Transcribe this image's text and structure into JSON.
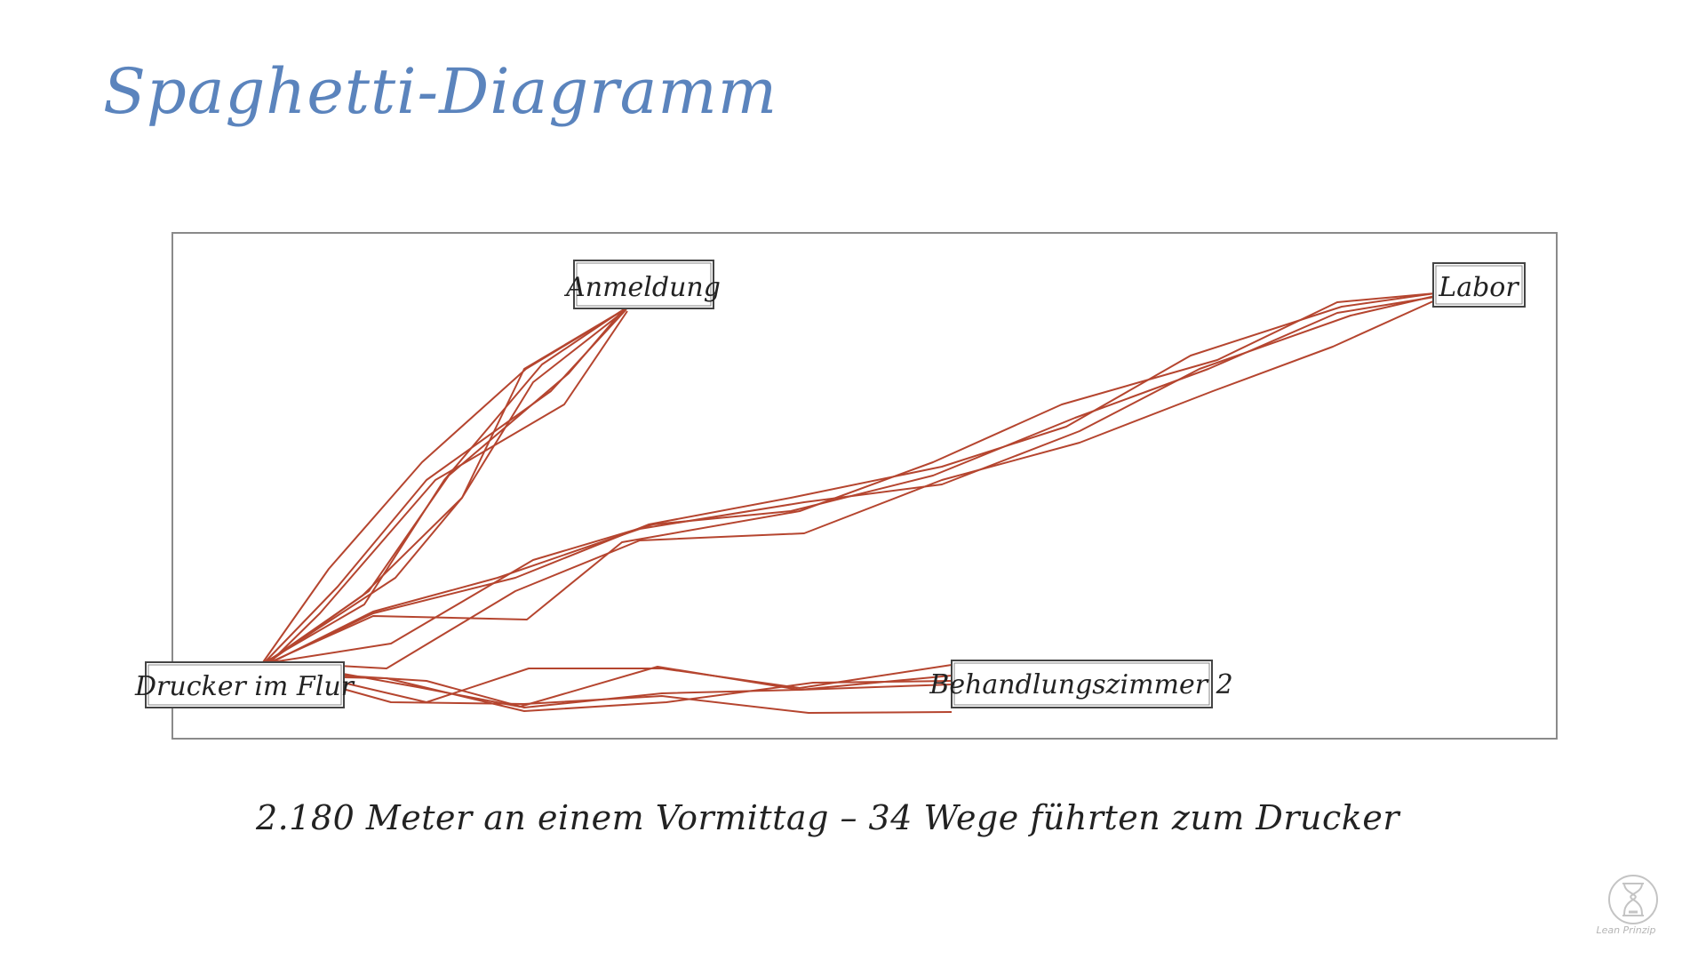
{
  "title": "Spaghetti-Diagramm",
  "locations": {
    "anmeldung": "Anmeldung",
    "labor": "Labor",
    "drucker": "Drucker im Flur",
    "behandlung": "Behandlungszimmer 2"
  },
  "caption": "2.180 Meter an einem Vormittag – 34 Wege führten zum Drucker",
  "logo": {
    "icon": "hourglass-icon",
    "text": "Lean Prinzip"
  },
  "colors": {
    "title": "#5b84bd",
    "path": "#b5452f",
    "frame": "#8a8a8a",
    "text": "#222222"
  }
}
